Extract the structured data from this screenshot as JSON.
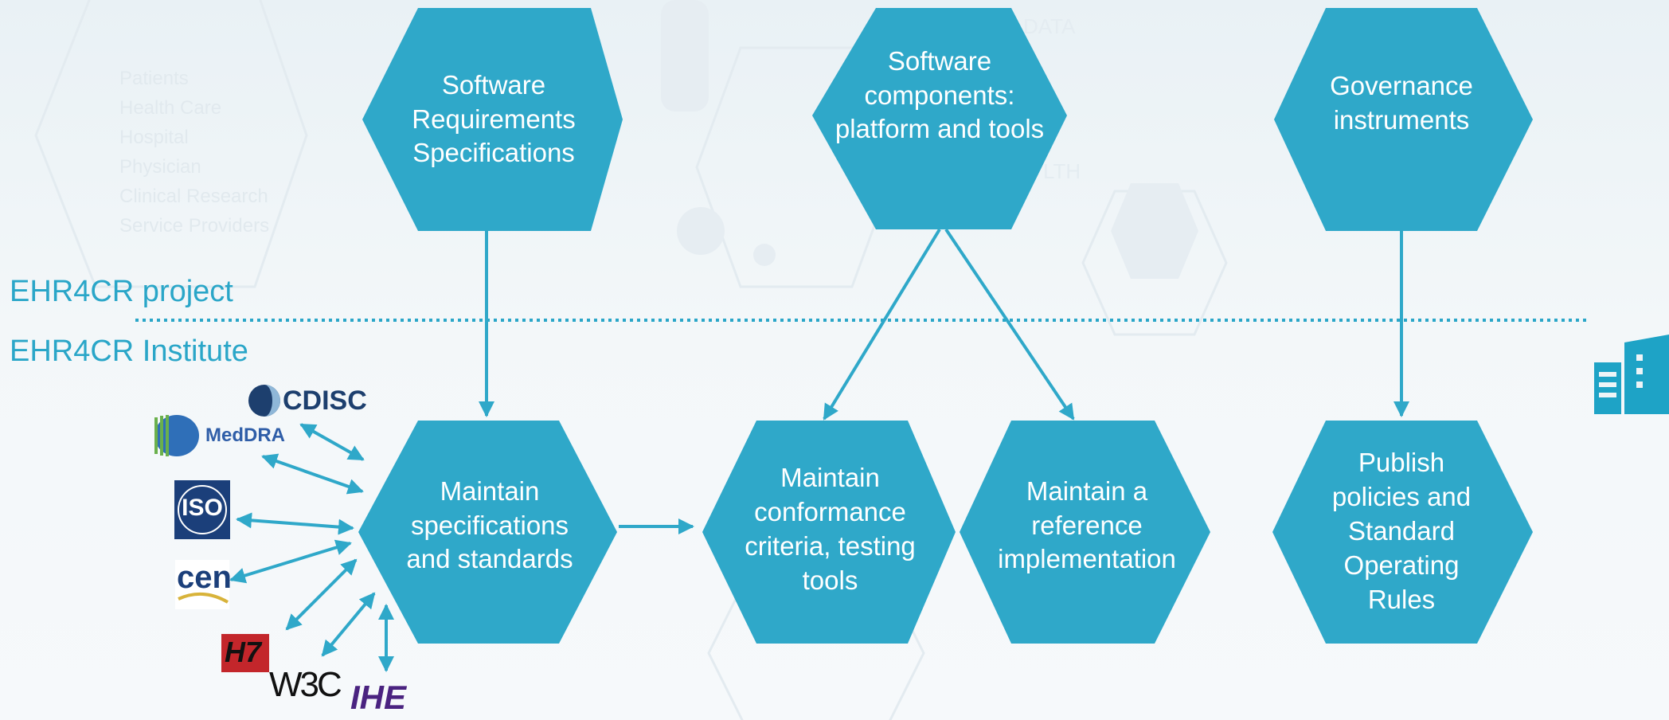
{
  "colors": {
    "hexagon": "#2fa8c9",
    "connector": "#2fa8c9",
    "divider": "#2aa6c8",
    "label_text": "#2aa6c8"
  },
  "background": {
    "list_items": [
      "Patients",
      "Health Care",
      "Hospital",
      "Physician",
      "Clinical Research",
      "Service Providers"
    ],
    "words": [
      "DATA",
      "LTH"
    ]
  },
  "project_label": "EHR4CR project",
  "institute_label": "EHR4CR Institute",
  "project_nodes": {
    "software_requirements": [
      "Software",
      "Requirements",
      "Specifications"
    ],
    "software_components": [
      "Software",
      "components:",
      "platform and tools"
    ],
    "governance": [
      "Governance",
      "instruments"
    ]
  },
  "institute_nodes": {
    "maintain_specs": [
      "Maintain",
      "specifications",
      "and standards"
    ],
    "maintain_conformance": [
      "Maintain",
      "conformance",
      "criteria, testing",
      "tools"
    ],
    "maintain_reference": [
      "Maintain a",
      "reference",
      "implementation"
    ],
    "publish_policies": [
      "Publish",
      "policies and",
      "Standard",
      "Operating",
      "Rules"
    ]
  },
  "standards_logos": {
    "cdisc": "CDISC",
    "meddra": "MedDRA",
    "iso": "ISO",
    "cen": "cen",
    "hl7": "H7",
    "w3c": "W3C",
    "ihe": "IHE"
  },
  "icons": {
    "institute": "building-icon"
  }
}
